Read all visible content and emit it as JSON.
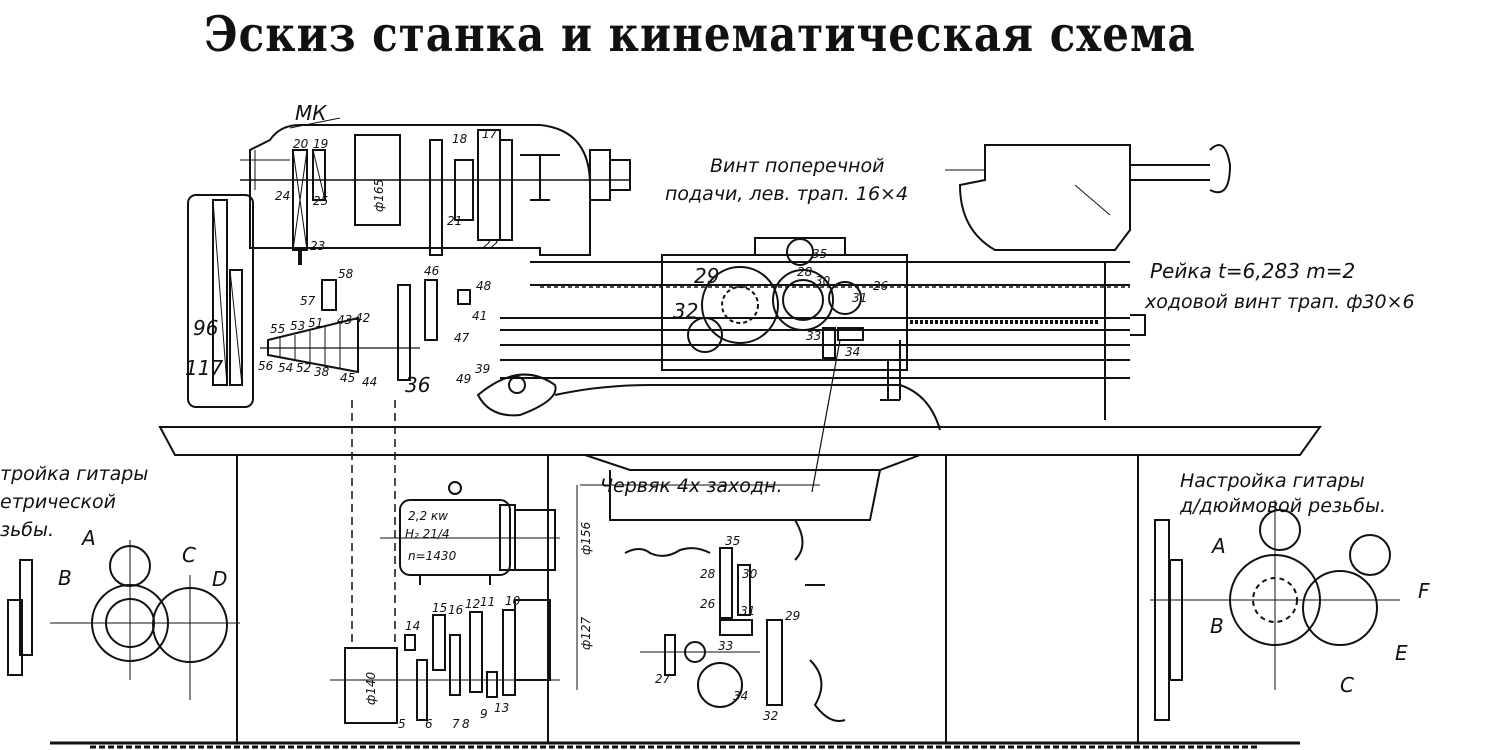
{
  "title": "Эскиз станка и кинематическая схема",
  "labels": {
    "mk": "МК",
    "vint_line1": "Винт поперечной",
    "vint_line2": "подачи, лев. трап. 16×4",
    "reika_line1": "Рейка t=6,283 m=2",
    "reika_line2": "ходовой винт трап. ф30×6",
    "cherviak": "Червяк 4х заходн.",
    "left_guitar_line1": "тройка гитары",
    "left_guitar_line2": "етрической",
    "left_guitar_line3": "зьбы.",
    "right_guitar_line1": "Настройка гитары",
    "right_guitar_line2": "д/дюймовой резьбы.",
    "motor_line1": "2,2 кw",
    "motor_line2": "Н₂ 21/4",
    "motor_line3": "n=1430",
    "dia_165": "ф165",
    "dia_156": "ф156",
    "dia_127": "ф127",
    "dia_140": "ф140"
  },
  "numbers": {
    "n20": "20",
    "n19": "19",
    "n24": "24",
    "n25": "25",
    "n23": "23",
    "n18": "18",
    "n17": "17",
    "n21": "21",
    "n22": "22",
    "n96": "96",
    "n117": "117",
    "n58": "58",
    "n57": "57",
    "n55": "55",
    "n53": "53",
    "n51": "51",
    "n43": "43",
    "n42": "42",
    "n56": "56",
    "n54": "54",
    "n52": "52",
    "n38": "38",
    "n45": "45",
    "n44": "44",
    "n36a": "36",
    "n46": "46",
    "n48": "48",
    "n47": "47",
    "n41": "41",
    "n49": "49",
    "n39": "39",
    "n29a": "29",
    "n35a": "35",
    "n28a": "28",
    "n30a": "30",
    "n26": "26",
    "n31a": "31",
    "n32a": "32",
    "n33a": "33",
    "n34a": "34",
    "n14": "14",
    "n15": "15",
    "n16": "16",
    "n12": "12",
    "n11": "11",
    "n10": "10",
    "n5": "5",
    "n6": "6",
    "n7": "7",
    "n8": "8",
    "n9": "9",
    "n13": "13",
    "n35b": "35",
    "n28b": "28",
    "n30b": "30",
    "n26b": "26",
    "n31b": "31",
    "n29b": "29",
    "n33b": "33",
    "n27": "27",
    "n34b": "34",
    "n32b": "32"
  },
  "guitar_letters": {
    "left_a": "A",
    "left_b": "B",
    "left_c": "C",
    "left_d": "D",
    "right_a": "A",
    "right_b": "B",
    "right_c": "C",
    "right_e": "E",
    "right_f": "F"
  }
}
